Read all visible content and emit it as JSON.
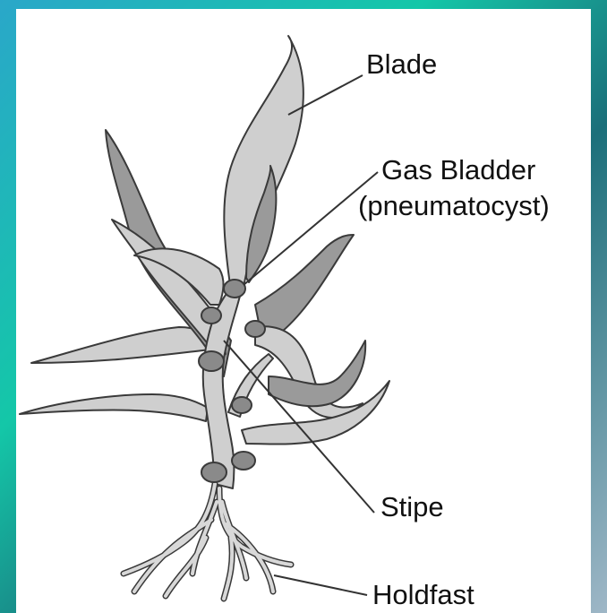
{
  "diagram": {
    "labels": {
      "blade": "Blade",
      "gas_bladder": "Gas Bladder",
      "gas_bladder_alt": "(pneumatocyst)",
      "stipe": "Stipe",
      "holdfast": "Holdfast"
    },
    "colors": {
      "background_frame": "#1a8fb0",
      "panel": "#ffffff",
      "blade_light": "#cfcfcf",
      "blade_dark": "#9a9a9a",
      "bladder": "#8a8a8a",
      "outline": "#3a3a3a"
    }
  }
}
